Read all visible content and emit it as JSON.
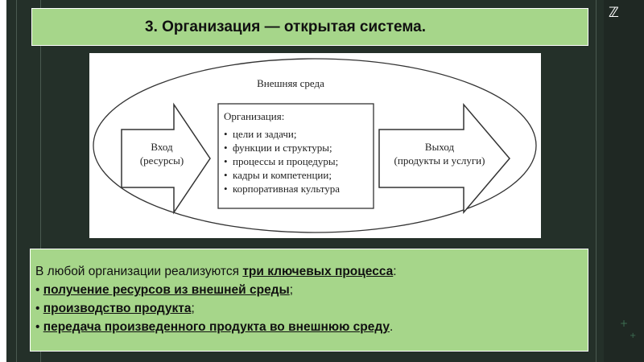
{
  "title": "3. Организация — открытая система.",
  "diagram": {
    "environment_label": "Внешняя среда",
    "input_label_1": "Вход",
    "input_label_2": "(ресурсы)",
    "org_heading": "Организация:",
    "org_items": [
      "цели и задачи;",
      "функции и структуры;",
      "процессы и процедуры;",
      "кадры и компетенции;",
      "корпоративная культура"
    ],
    "output_label_1": "Выход",
    "output_label_2": "(продукты и услуги)"
  },
  "bottom": {
    "intro_text": "В любой организации реализуются ",
    "intro_emph": "три ключевых процесса",
    "intro_end": ":",
    "bullet": "• ",
    "items": [
      {
        "text": "получение ресурсов из внешней среды",
        "end": ";"
      },
      {
        "text": "производство продукта",
        "end": ";"
      },
      {
        "text": "передача произведенного продукта во внешнюю среду",
        "end": "."
      }
    ]
  },
  "colors": {
    "accent_green": "#a6d68a",
    "dark_background": "#243029"
  },
  "icons": {
    "corner": "z-logo-icon"
  }
}
